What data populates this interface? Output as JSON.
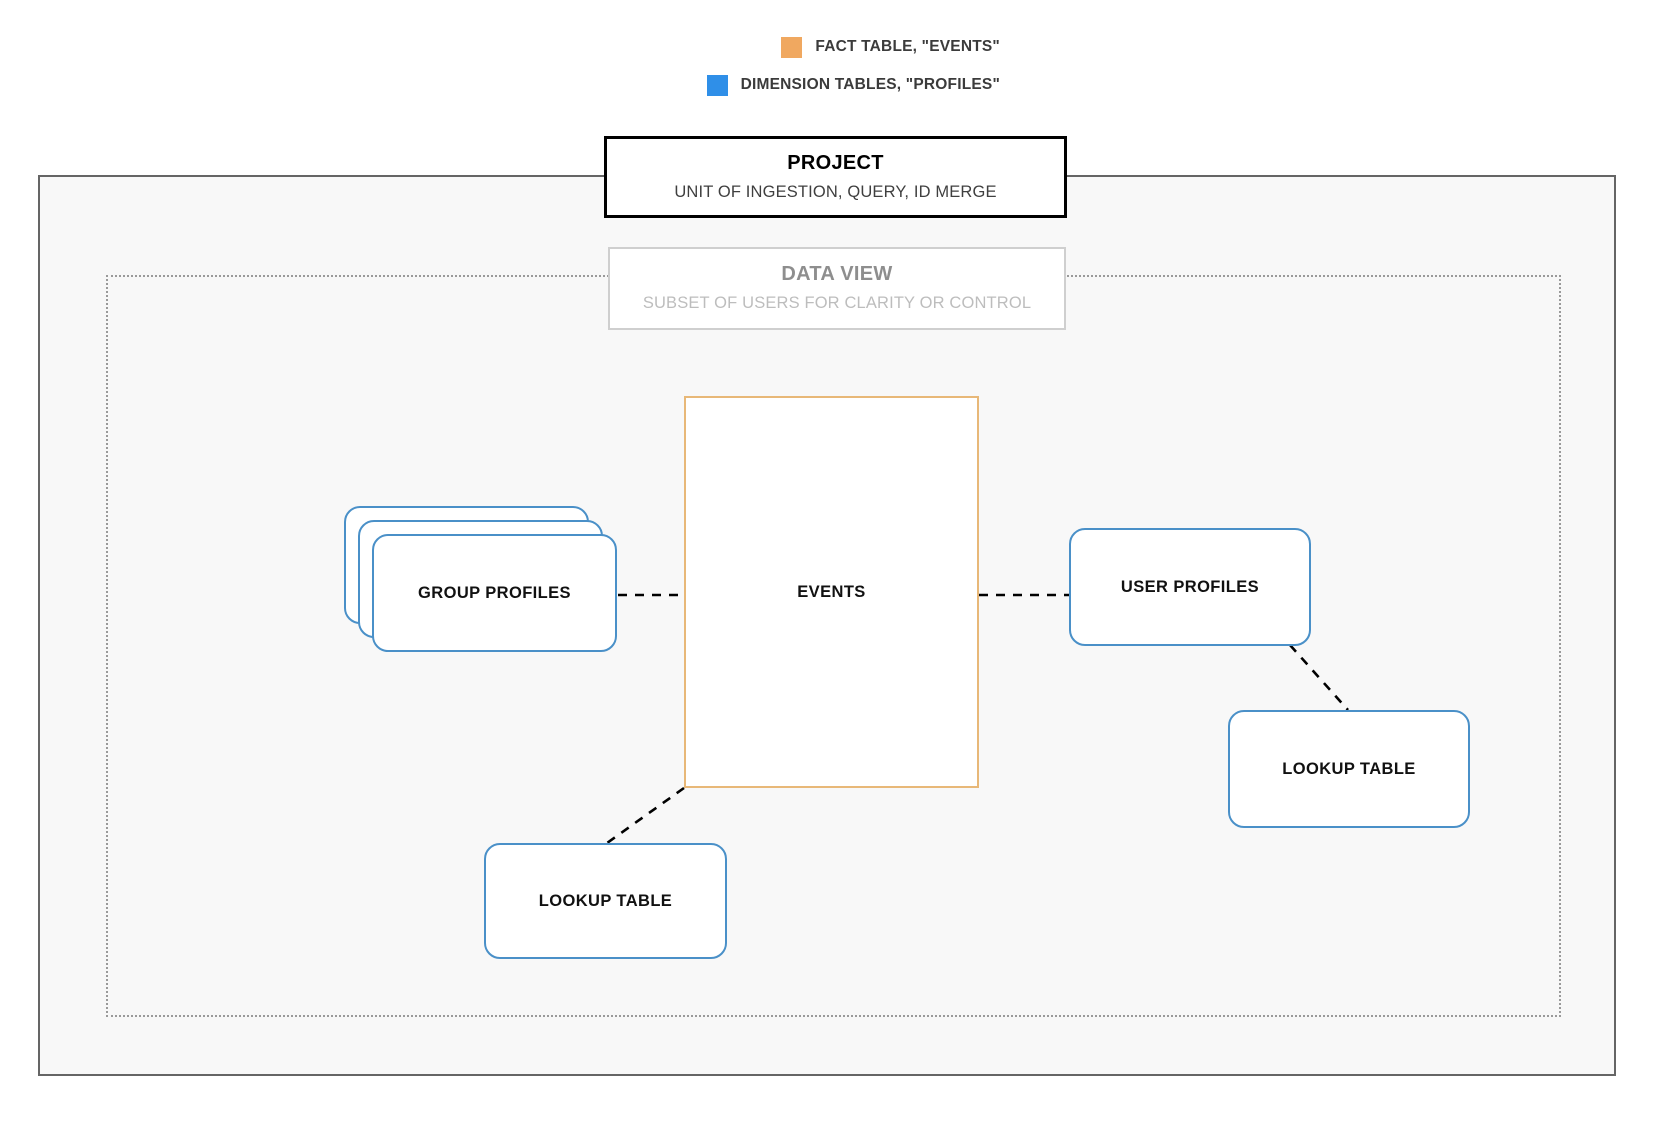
{
  "legend": {
    "items": [
      {
        "label": "FACT TABLE, \"EVENTS\"",
        "color": "#f0a860",
        "icon": "orange-square-swatch"
      },
      {
        "label": "DIMENSION TABLES, \"PROFILES\"",
        "color": "#2f8fe8",
        "icon": "blue-square-swatch"
      }
    ]
  },
  "containers": {
    "project": {
      "title": "PROJECT",
      "subtitle": "UNIT OF INGESTION, QUERY, ID MERGE",
      "border_color": "#000000"
    },
    "data_view": {
      "title": "DATA VIEW",
      "subtitle": "SUBSET OF USERS FOR CLARITY OR CONTROL",
      "border_color": "#cfcfcf"
    }
  },
  "nodes": {
    "events": {
      "label": "EVENTS",
      "color": "#e8b878",
      "kind": "fact-table"
    },
    "group_profiles": {
      "label": "GROUP PROFILES",
      "color": "#4a90c8",
      "kind": "dimension-table-stack",
      "stack_count": 3
    },
    "user_profiles": {
      "label": "USER PROFILES",
      "color": "#4a90c8",
      "kind": "dimension-table"
    },
    "lookup_table_right": {
      "label": "LOOKUP TABLE",
      "color": "#4a90c8",
      "kind": "lookup-table"
    },
    "lookup_table_left": {
      "label": "LOOKUP TABLE",
      "color": "#4a90c8",
      "kind": "lookup-table"
    }
  },
  "connectors": [
    {
      "from": "group_profiles",
      "to": "events",
      "style": "dashed"
    },
    {
      "from": "events",
      "to": "user_profiles",
      "style": "dashed"
    },
    {
      "from": "user_profiles",
      "to": "lookup_table_right",
      "style": "dashed"
    },
    {
      "from": "events",
      "to": "lookup_table_left",
      "style": "dashed"
    }
  ]
}
